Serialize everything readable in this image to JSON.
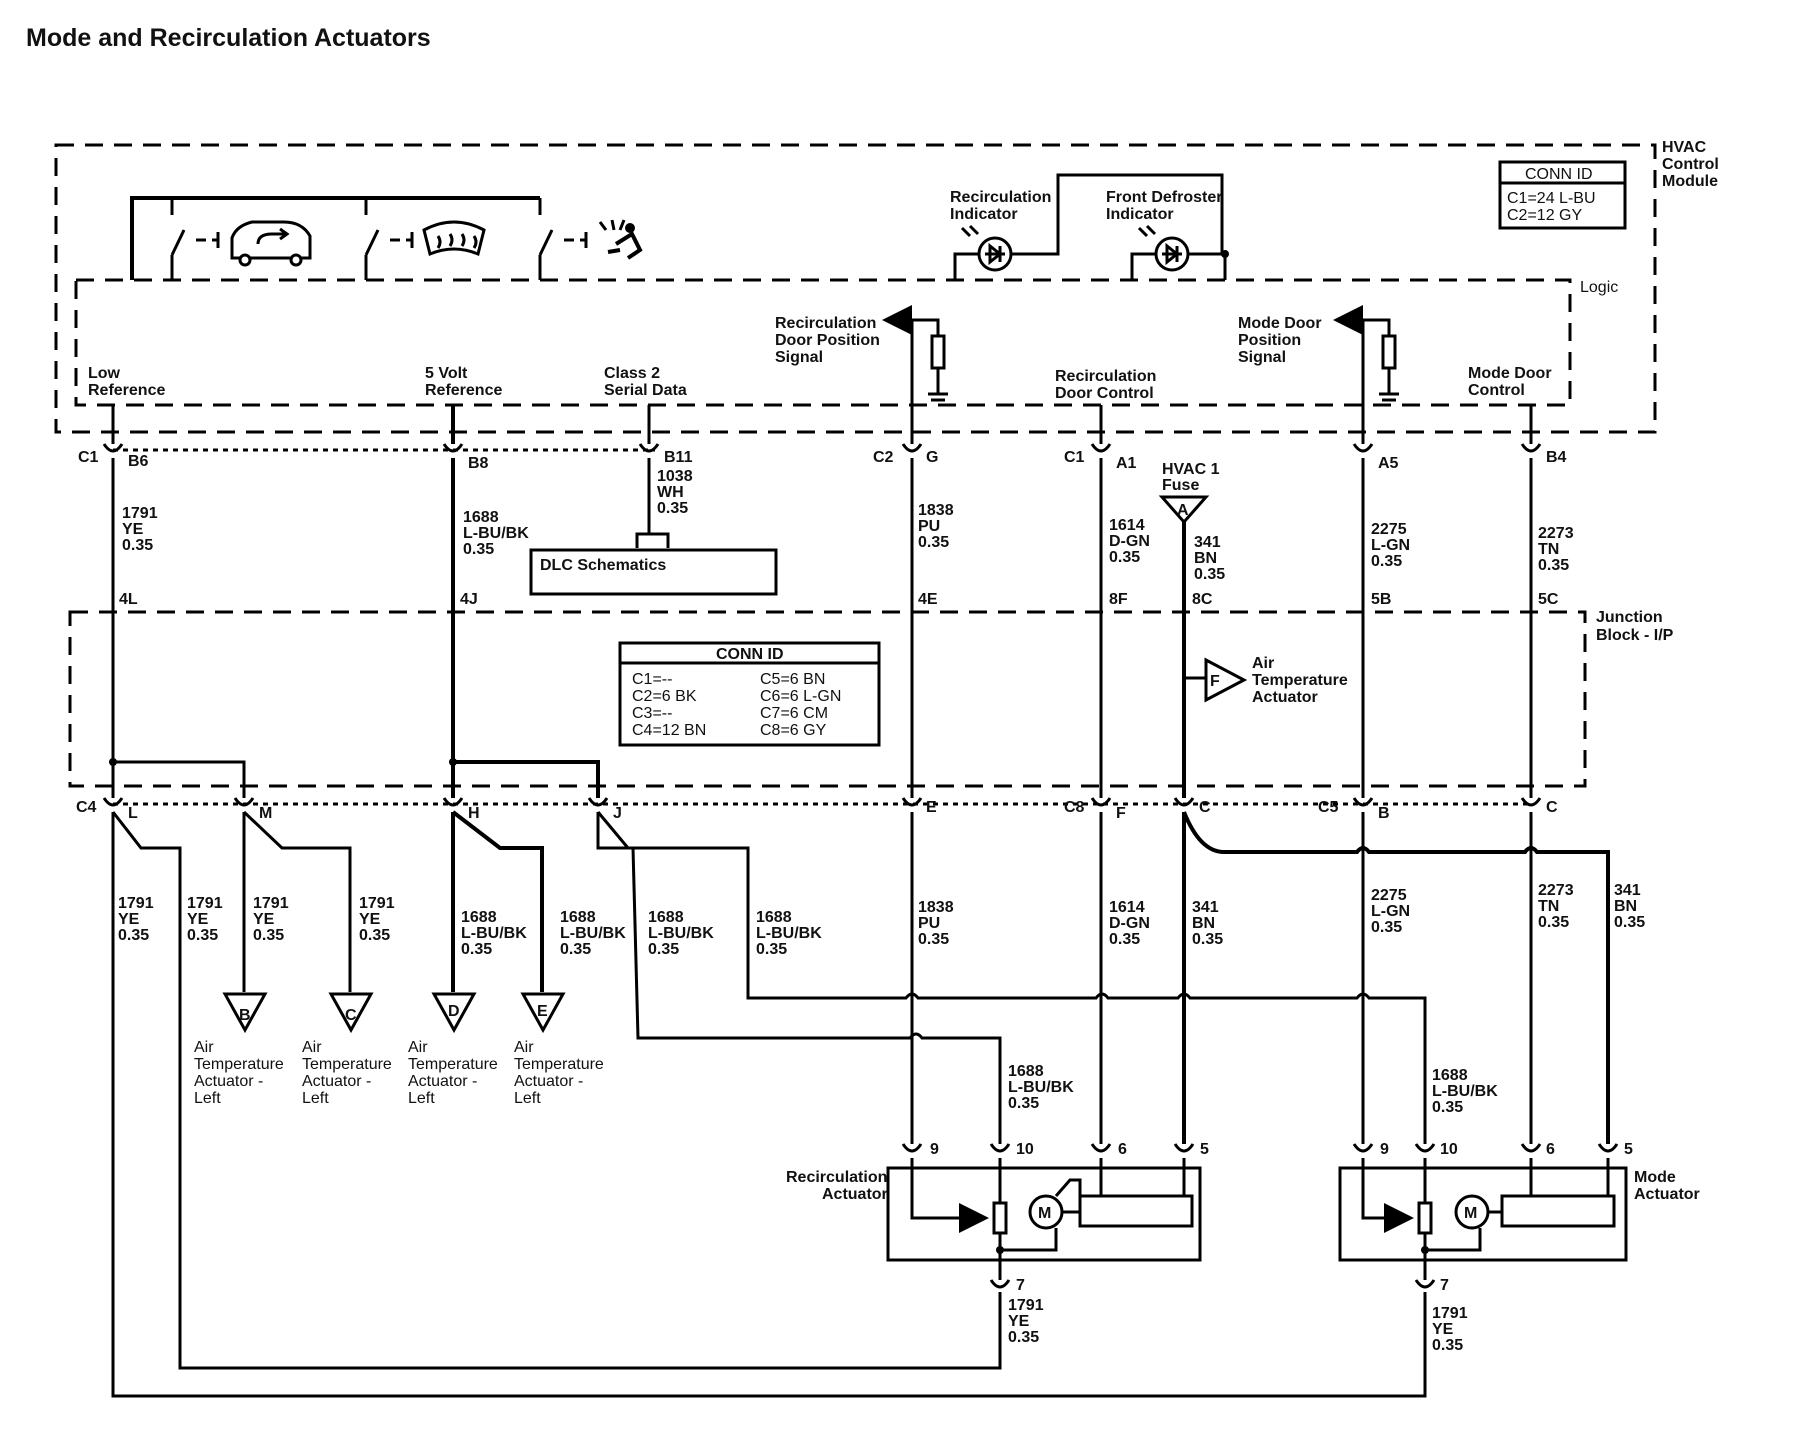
{
  "title": "Mode and Recirculation Actuators",
  "hvac_module": {
    "label": [
      "HVAC",
      "Control",
      "Module"
    ],
    "logic_label": "Logic",
    "conn_id": {
      "header": "CONN ID",
      "lines": [
        "C1=24 L-BU",
        "C2=12 GY"
      ]
    },
    "recirc_indicator": [
      "Recirculation",
      "Indicator"
    ],
    "defrost_indicator": [
      "Front Defroster",
      "Indicator"
    ],
    "signals": {
      "low_ref": [
        "Low",
        "Reference"
      ],
      "five_volt": [
        "5 Volt",
        "Reference"
      ],
      "class2": [
        "Class 2",
        "Serial Data"
      ],
      "recirc_pos": [
        "Recirculation",
        "Door Position",
        "Signal"
      ],
      "recirc_ctrl": [
        "Recirculation",
        "Door Control"
      ],
      "mode_pos": [
        "Mode Door",
        "Position",
        "Signal"
      ],
      "mode_ctrl": [
        "Mode Door",
        "Control"
      ]
    }
  },
  "connectors_top": {
    "c1": "C1",
    "b6": "B6",
    "b8": "B8",
    "b11": "B11",
    "c2": "C2",
    "g": "G",
    "c1b": "C1",
    "a1": "A1",
    "a5": "A5",
    "b4": "B4"
  },
  "wires_upper": {
    "w1791": [
      "1791",
      "YE",
      "0.35"
    ],
    "w1688": [
      "1688",
      "L-BU/BK",
      "0.35"
    ],
    "w1038": [
      "1038",
      "WH",
      "0.35"
    ],
    "w1838": [
      "1838",
      "PU",
      "0.35"
    ],
    "w1614": [
      "1614",
      "D-GN",
      "0.35"
    ],
    "w341": [
      "341",
      "BN",
      "0.35"
    ],
    "w2275": [
      "2275",
      "L-GN",
      "0.35"
    ],
    "w2273": [
      "2273",
      "TN",
      "0.35"
    ]
  },
  "fuse": [
    "HVAC 1",
    "Fuse"
  ],
  "dlc": "DLC Schematics",
  "junction_pins_top": [
    "4L",
    "4J",
    "4E",
    "8F",
    "8C",
    "5B",
    "5C"
  ],
  "junction_block": {
    "label": [
      "Junction",
      "Block - I/P"
    ],
    "conn_id_header": "CONN ID",
    "conn_left": [
      "C1=--",
      "C2=6 BK",
      "C3=--",
      "C4=12 BN"
    ],
    "conn_right": [
      "C5=6 BN",
      "C6=6 L-GN",
      "C7=6 CM",
      "C8=6 GY"
    ]
  },
  "air_temp_actuator": [
    "Air",
    "Temperature",
    "Actuator"
  ],
  "connectors_bottom": {
    "c4": "C4",
    "l": "L",
    "m": "M",
    "h": "H",
    "j": "J",
    "e": "E",
    "c8": "C8",
    "f": "F",
    "c": "C",
    "c5": "C5",
    "b": "B",
    "c2": "C"
  },
  "offpage": {
    "a": "A",
    "b": "B",
    "c": "C",
    "d": "D",
    "e": "E",
    "f": "F"
  },
  "air_temp_left": [
    "Air",
    "Temperature",
    "Actuator -",
    "Left"
  ],
  "actuator_pins": {
    "p9": "9",
    "p10": "10",
    "p6": "6",
    "p5": "5",
    "p7": "7"
  },
  "recirc_actuator": [
    "Recirculation",
    "Actuator"
  ],
  "mode_actuator": [
    "Mode",
    "Actuator"
  ],
  "motor": "M"
}
